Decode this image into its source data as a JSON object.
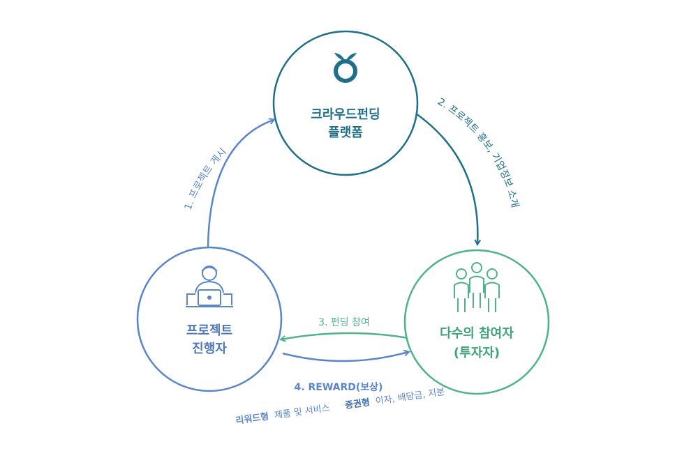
{
  "colors": {
    "teal": "#1f6f8b",
    "blue": "#5a86c9",
    "green": "#4fb38a"
  },
  "nodes": {
    "platform": {
      "line1": "크라우드펀딩",
      "line2": "플랫폼",
      "icon": "sprout-logo-icon"
    },
    "creator": {
      "line1": "프로젝트",
      "line2": "진행자",
      "icon": "person-laptop-icon"
    },
    "investors": {
      "line1": "다수의 참여자",
      "line2": "(투자자)",
      "icon": "people-group-icon"
    }
  },
  "edges": {
    "post_project": "1. 프로젝트 게시",
    "promote_project": "2. 프로젝트 홍보, 기업정보 소개",
    "participate": "3. 펀딩 참여",
    "reward": "4. REWARD(보상)"
  },
  "annotation": {
    "reward_type_label": "리워드형",
    "reward_type_desc": "제품 및 서비스",
    "securities_type_label": "증권형",
    "securities_type_desc": "이자, 배당금, 지분"
  }
}
